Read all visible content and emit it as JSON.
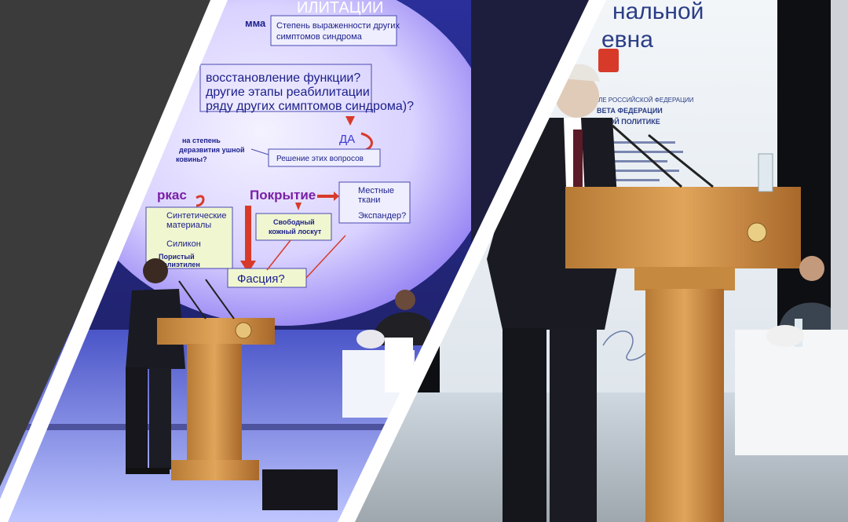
{
  "collage": {
    "background_color": "#3b3b3b",
    "divider_color": "#ffffff"
  },
  "left_photo": {
    "slide": {
      "header_fragment": "ИЛИТАЦИИ",
      "line_fragment": "мма",
      "box_top": "Степень выраженности других симптомов синдрома",
      "question": "Восстановление функции? Другие этапы реабилитации (ряду других симптомов синдрома)?",
      "q_line1": "восстановление функции?",
      "q_line2": "другие этапы реабилитации",
      "q_line3": "ряду других симптомов синдрома)?",
      "da": "ДА",
      "left_small1": "на степень",
      "left_small2": "деразвития ушной",
      "left_small3": "ковины?",
      "decision": "Решение этих вопросов",
      "karkas": "ркас",
      "pokrytie": "Покрытие",
      "local_tissue_1": "Местные",
      "local_tissue_2": "ткани",
      "expander": "Экспандер?",
      "synthetic_1": "Синтетические",
      "synthetic_2": "материалы",
      "silicone": "Силикон",
      "porous_1": "Пористый",
      "porous_2": "полиэтилен",
      "free_flap_1": "Свободный",
      "free_flap_2": "кожный лоскут",
      "fascia": "Фасция?"
    }
  },
  "right_photo": {
    "slide": {
      "title_fragment_1": "нальной",
      "title_fragment_2": "евна",
      "doc_line1": "ЛЕ РОССИЙСКОЙ ФЕДЕРАЦИИ",
      "doc_line2": "ВЕТА ФЕДЕРАЦИИ",
      "doc_line3": "ЛЬНОЙ ПОЛИТИКЕ"
    }
  }
}
